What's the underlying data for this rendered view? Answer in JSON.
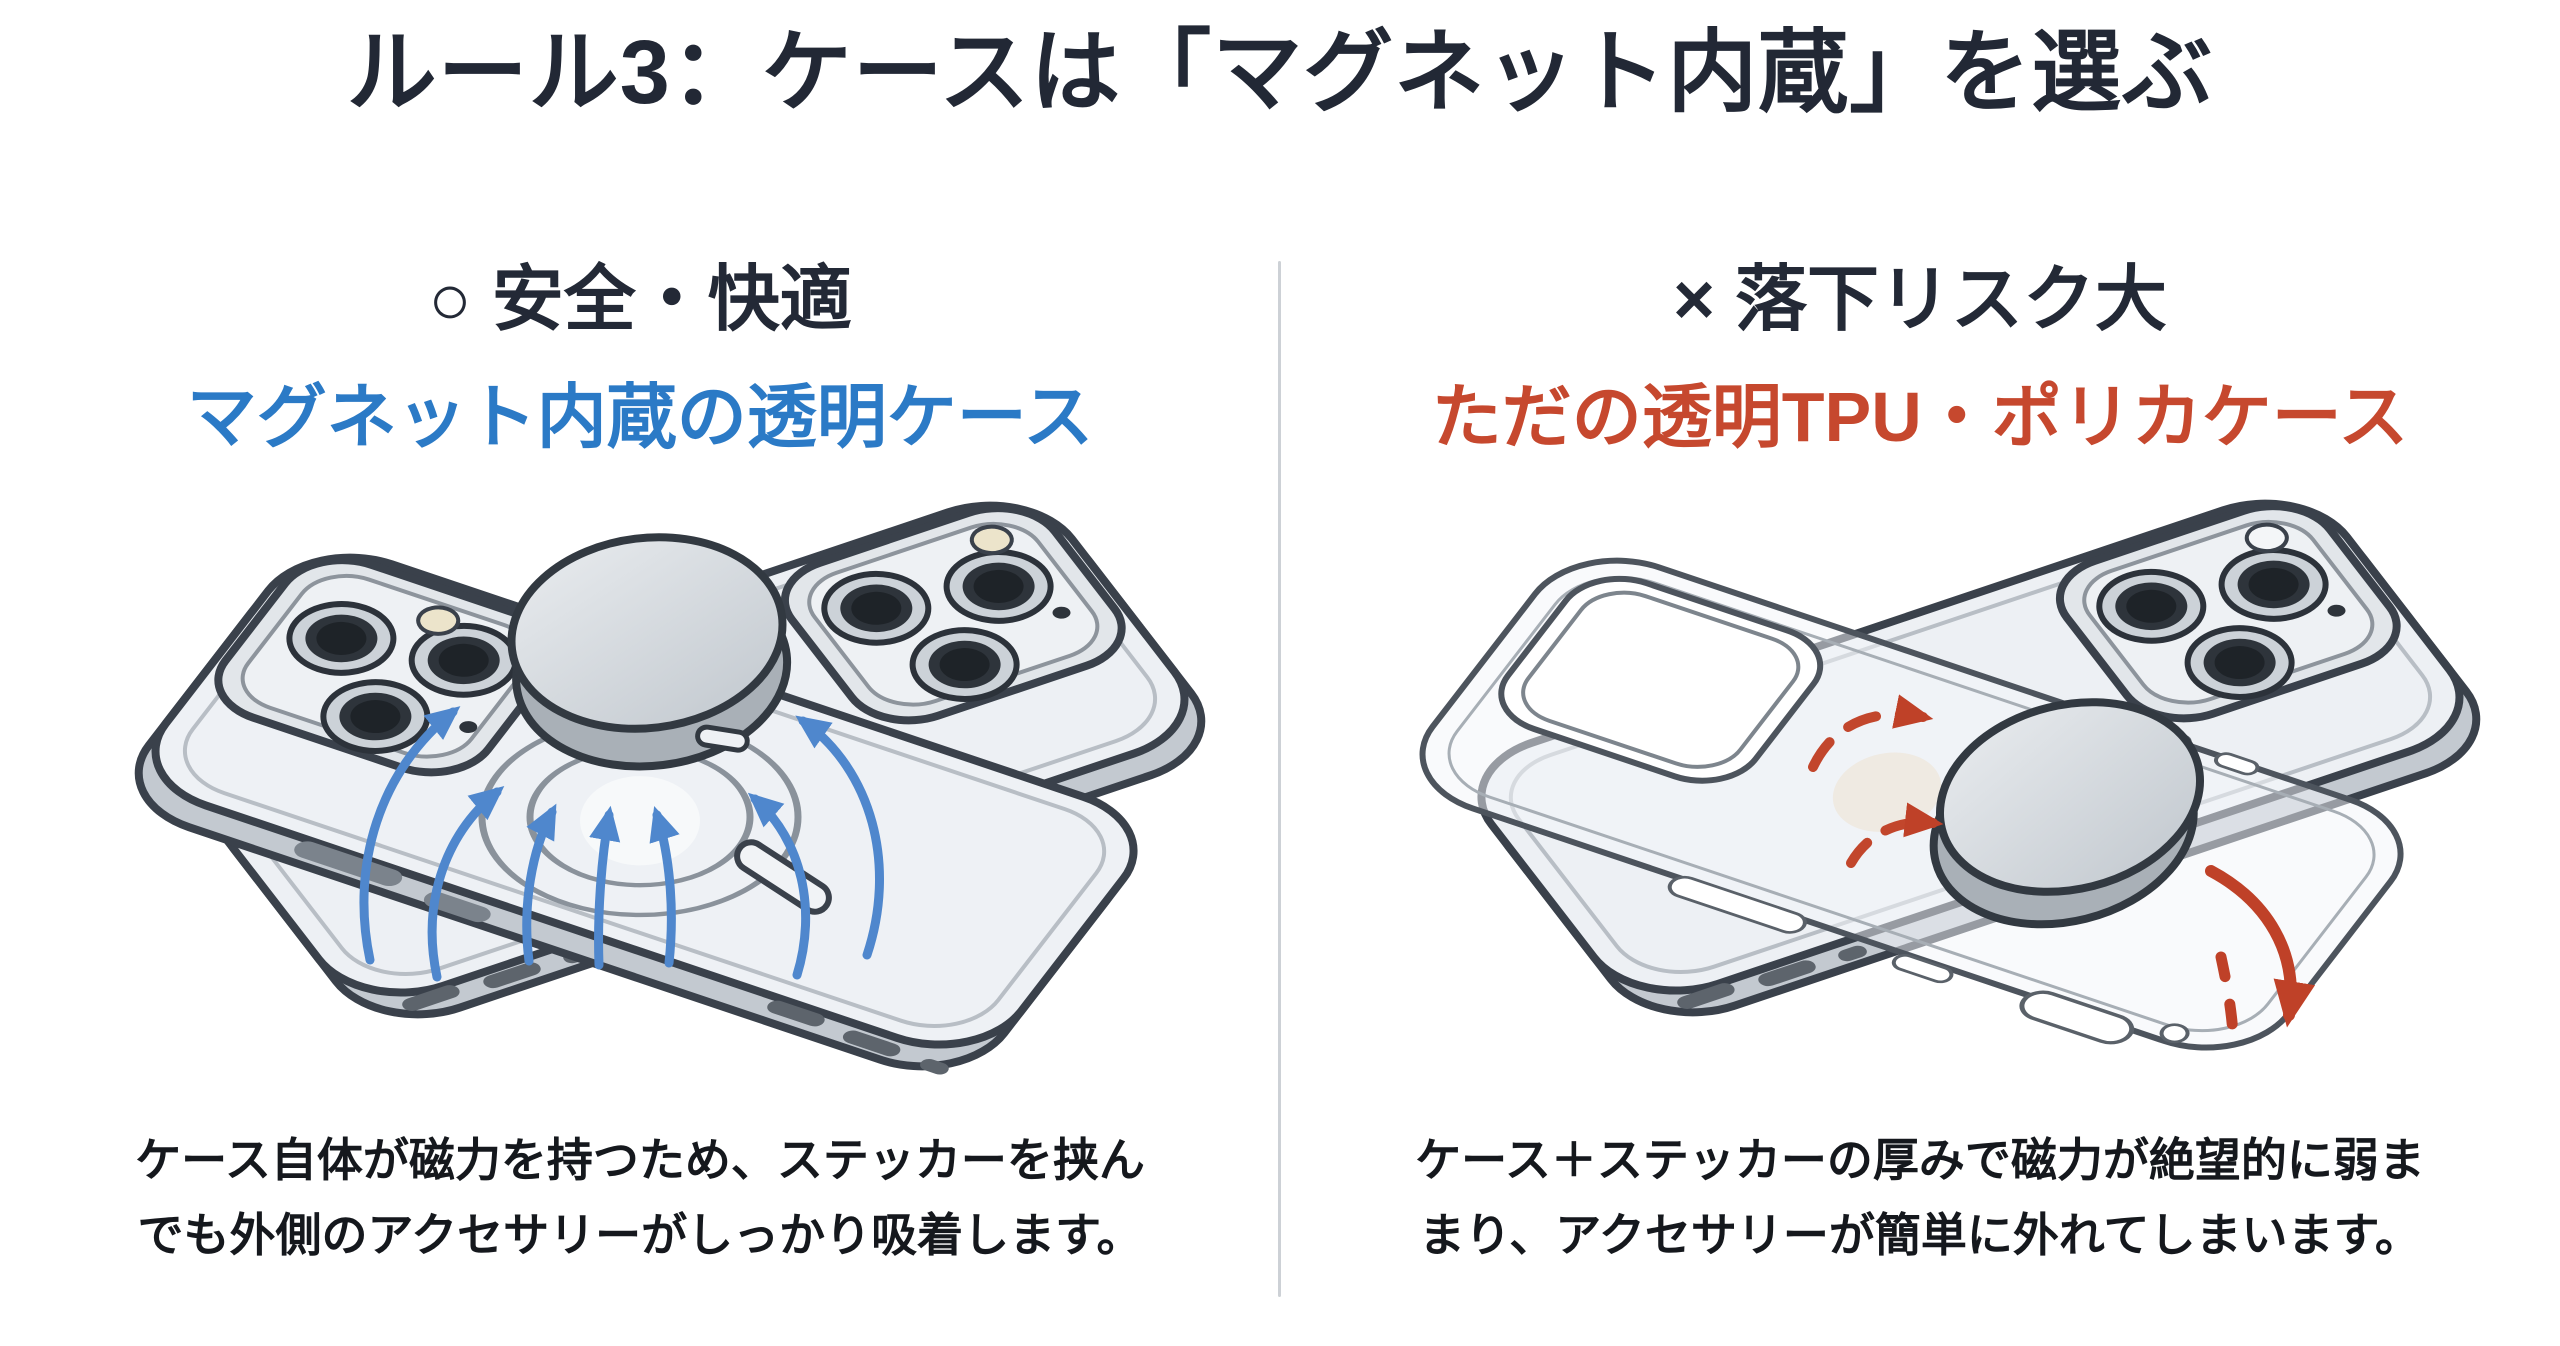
{
  "title": "ルール3：ケースは「マグネット内蔵」を選ぶ",
  "colors": {
    "title_text": "#222835",
    "safe_accent_blue": "#2b7ac6",
    "risk_accent_red": "#c6482e",
    "field_arrow_blue": "#4f87cd",
    "fall_arrow_red": "#bf4128",
    "divider_gray": "#cdd1d6",
    "body_text": "#15181d",
    "illustration_outline": "#3a414b",
    "disc_gray": "#d6dade"
  },
  "left": {
    "verdict": "○ 安全・快適",
    "subtitle": "マグネット内蔵の透明ケース",
    "caption_lines": [
      "ケース自体が磁力を持つため、ステッカーを挟ん",
      "でも外側のアクセサリーがしっかり吸着します。"
    ],
    "illustration_alt": "magsafe-disc-attached-with-magnetic-field-arrows"
  },
  "right": {
    "verdict": "× 落下リスク大",
    "subtitle": "ただの透明TPU・ポリカケース",
    "caption_lines": [
      "ケース＋ステッカーの厚みで磁力が絶望的に弱ま",
      "まり、アクセサリーが簡単に外れてしまいます。"
    ],
    "illustration_alt": "disc-slipping-off-plain-clear-case-with-red-fall-arrows"
  }
}
